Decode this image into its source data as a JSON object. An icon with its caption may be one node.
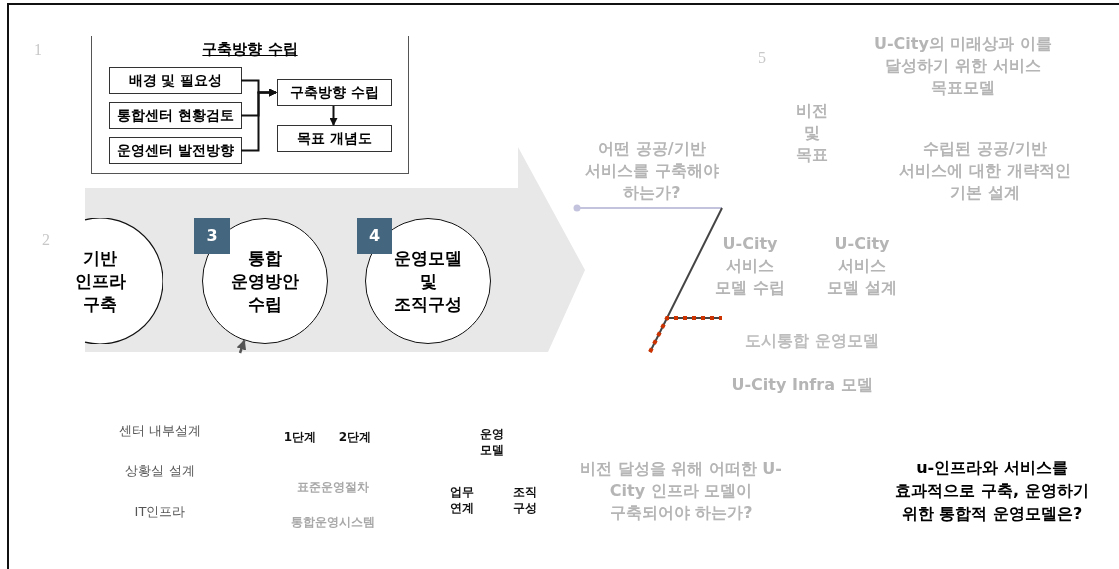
{
  "diagram": {
    "nodes": [
      {
        "text": [
          "구축방향 수립"
        ]
      },
      {
        "text": [
          "배경 및 필요성"
        ],
        "in": 0
      },
      {
        "text": [
          "통합센터 현황검토"
        ],
        "in": 0
      },
      {
        "text": [
          "운영센터 발전방향"
        ],
        "in": 0
      },
      {
        "text": [
          "구축방향 수립"
        ],
        "in": 0
      },
      {
        "text": [
          "목표 개념도"
        ],
        "in": 0
      },
      {
        "text": [
          "기반 인프라 구축"
        ]
      },
      {
        "text": [
          "3"
        ]
      },
      {
        "text": [
          "통합 운영방안 수립"
        ]
      },
      {
        "text": [
          "4"
        ]
      },
      {
        "text": [
          "운영모델 및 조직구성"
        ]
      }
    ],
    "edges": [
      {
        "from": 1,
        "to": 4,
        "arrow": "to"
      },
      {
        "from": 2,
        "to": 4,
        "arrow": "to"
      },
      {
        "from": 3,
        "to": 4,
        "arrow": "to"
      },
      {
        "from": 4,
        "to": 5,
        "arrow": "to"
      },
      {
        "from": null,
        "to": 8,
        "arrow": "to"
      }
    ],
    "labels": [
      "1",
      "U-City의 미래상과 이를 달성하기 위한 서비스 목표모델",
      "5",
      "비전 및 목표",
      "어떤 공공/기반 서비스를 구축해야 하는가?",
      "수립된 공공/기반 서비스에 대한 개략적인 기본 설계",
      "2",
      "U-City 서비스 모델 수립",
      "U-City 서비스 모델 설계",
      "도시통합 운영모델",
      "U-City Infra 모델",
      "센터 내부설계",
      "1단계",
      "2단계",
      "운영 모델",
      "상황실 설계",
      "비전 달성을 위해 어떠한 U-City 인프라 모델이 구축되어야 하는가?",
      "u-인프라와 서비스를 효과적으로 구축, 운영하기 위한 통합적 운영모델은?",
      "표준운영절차",
      "업무 연계",
      "조직 구성",
      "IT인프라",
      "통합운영시스템"
    ]
  }
}
